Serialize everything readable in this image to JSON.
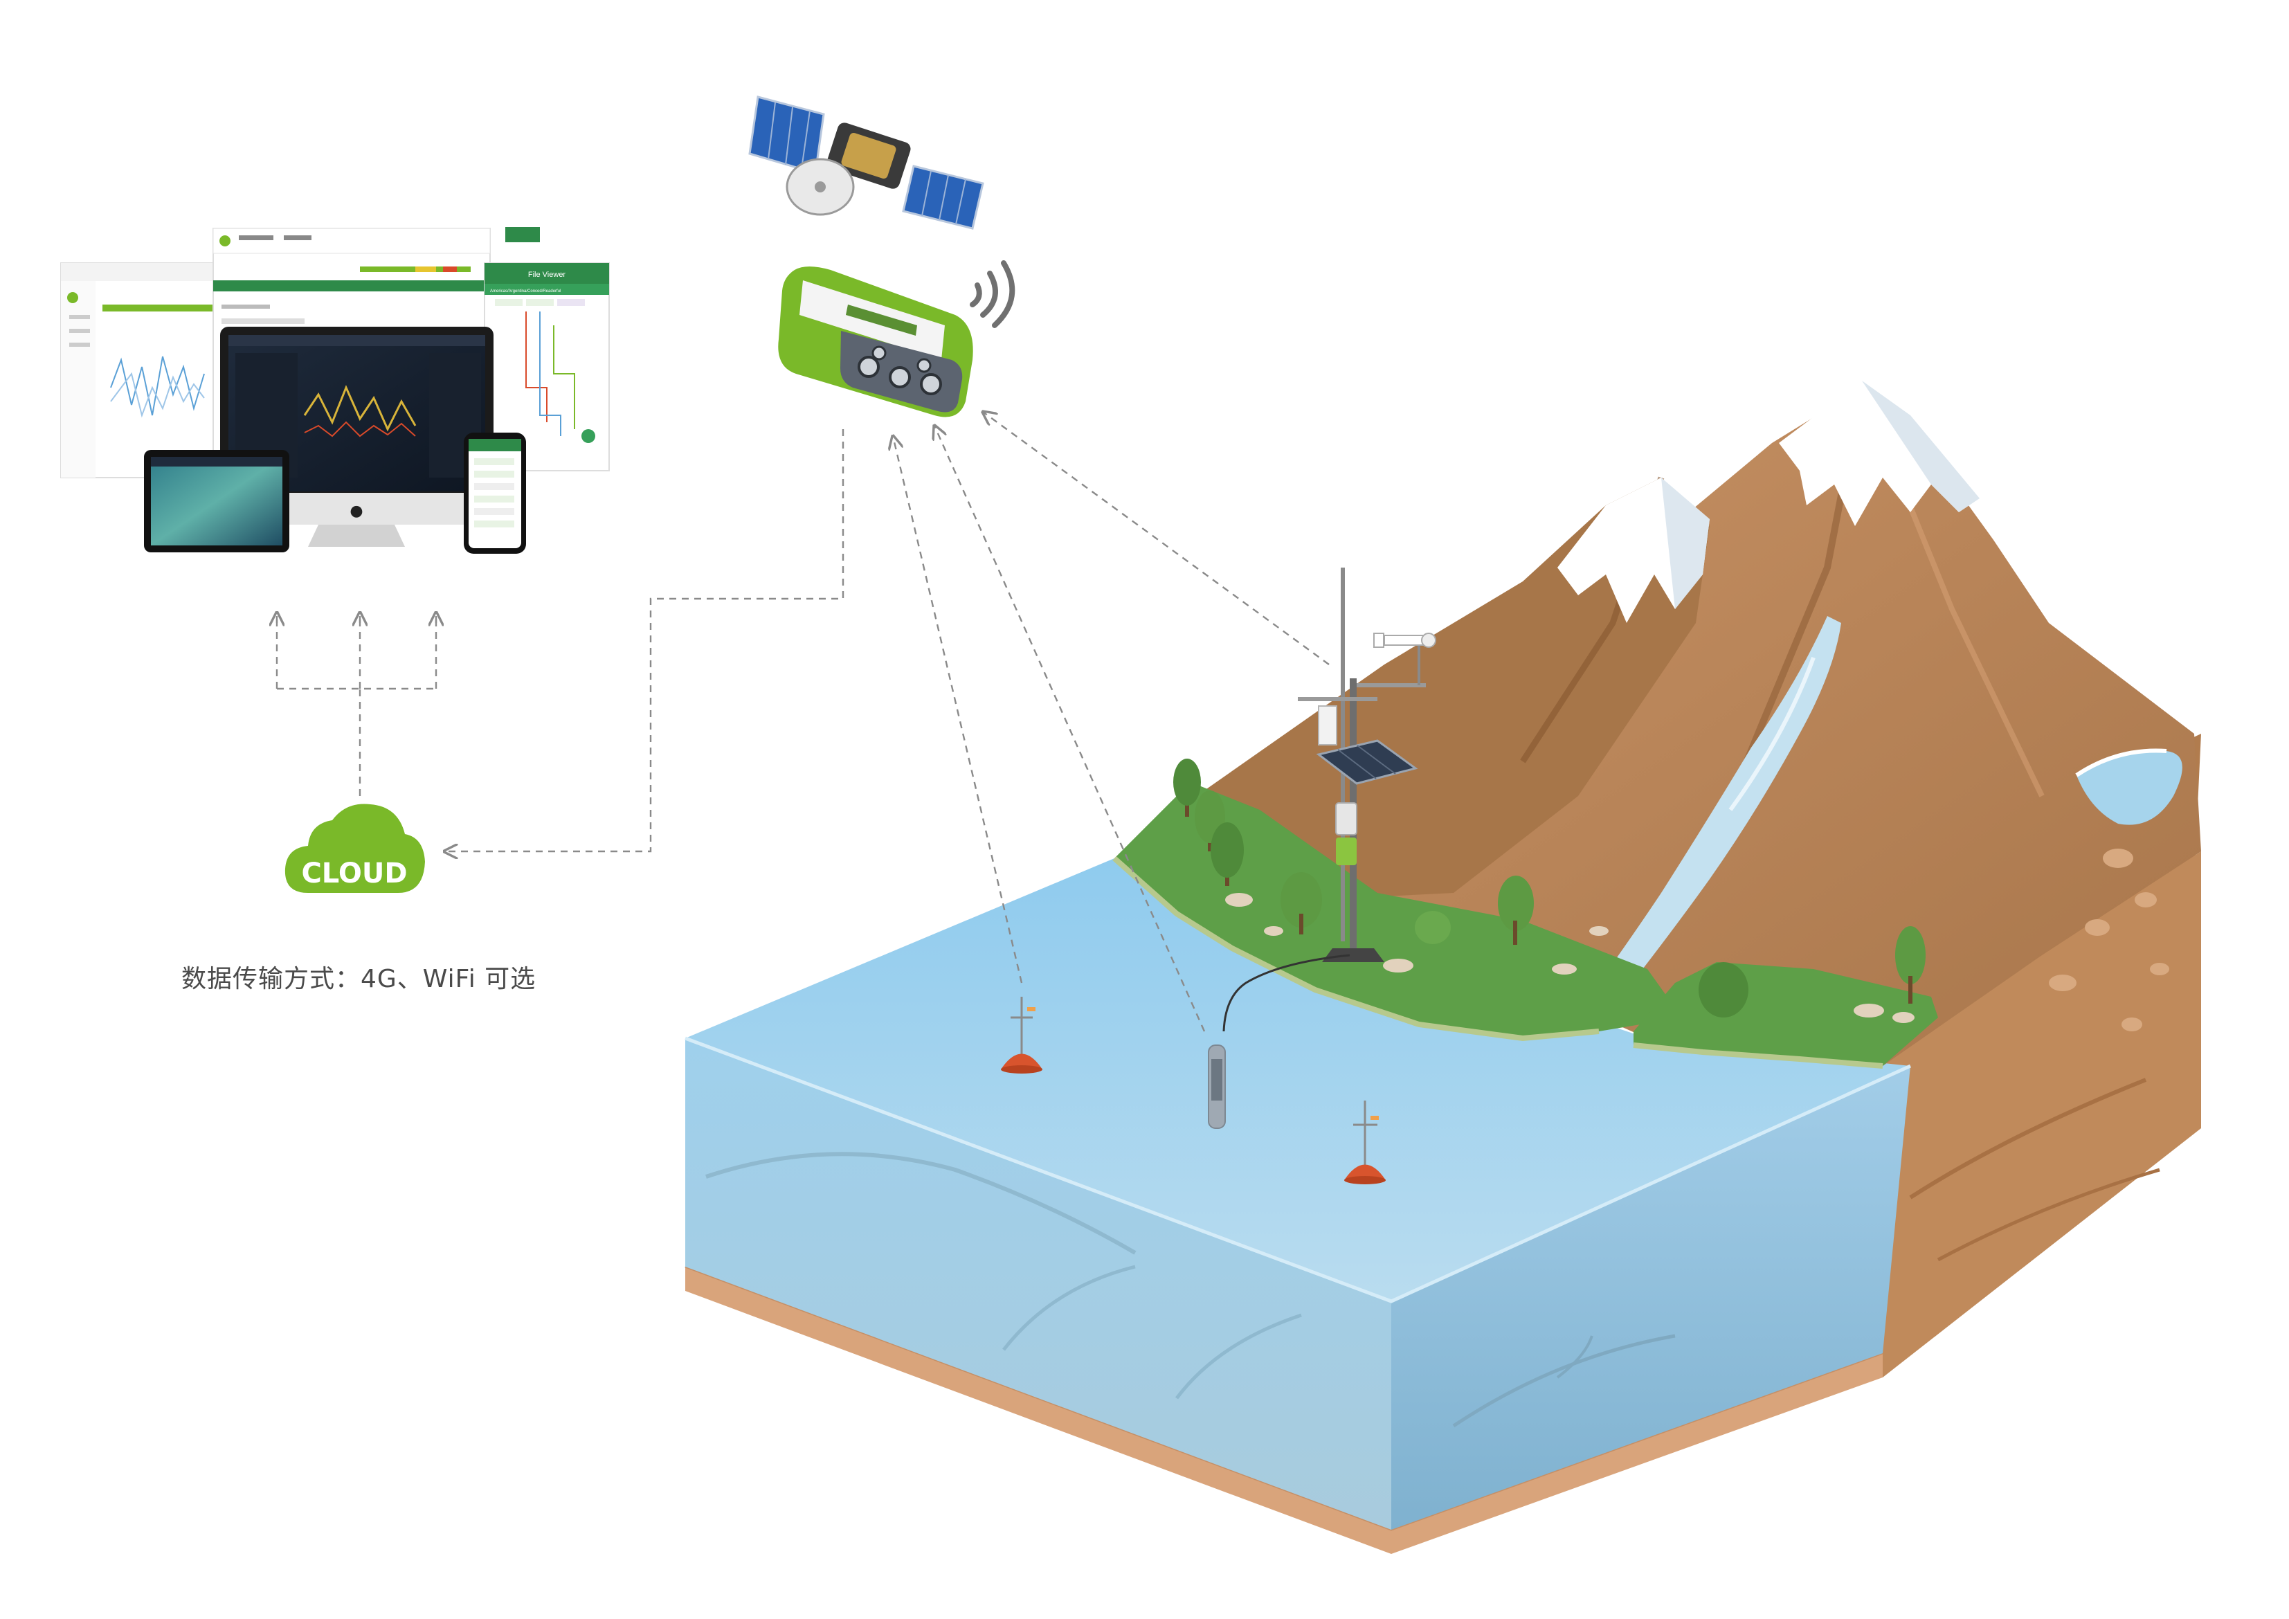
{
  "cloud": {
    "label": "CLOUD"
  },
  "caption": {
    "text": "数据传输方式：4G、WiFi 可选"
  },
  "file_viewer": {
    "title": "File Viewer",
    "subtitle": "Americas/Argentina/Conced/Readerful"
  },
  "colors": {
    "brand_green": "#7ab929",
    "dark_green": "#2e8a49",
    "water_light": "#a9d6ef",
    "water_side": "#9cc6df",
    "mountain": "#b78355",
    "mountain_dark": "#8e5f3a",
    "grass": "#5fa04a",
    "snow": "#ffffff",
    "arrow": "#8a8a8a"
  },
  "icons": [
    "satellite-icon",
    "wifi-signal-icon",
    "cloud-icon",
    "apple-logo-icon",
    "solar-panel-icon",
    "anemometer-icon"
  ]
}
